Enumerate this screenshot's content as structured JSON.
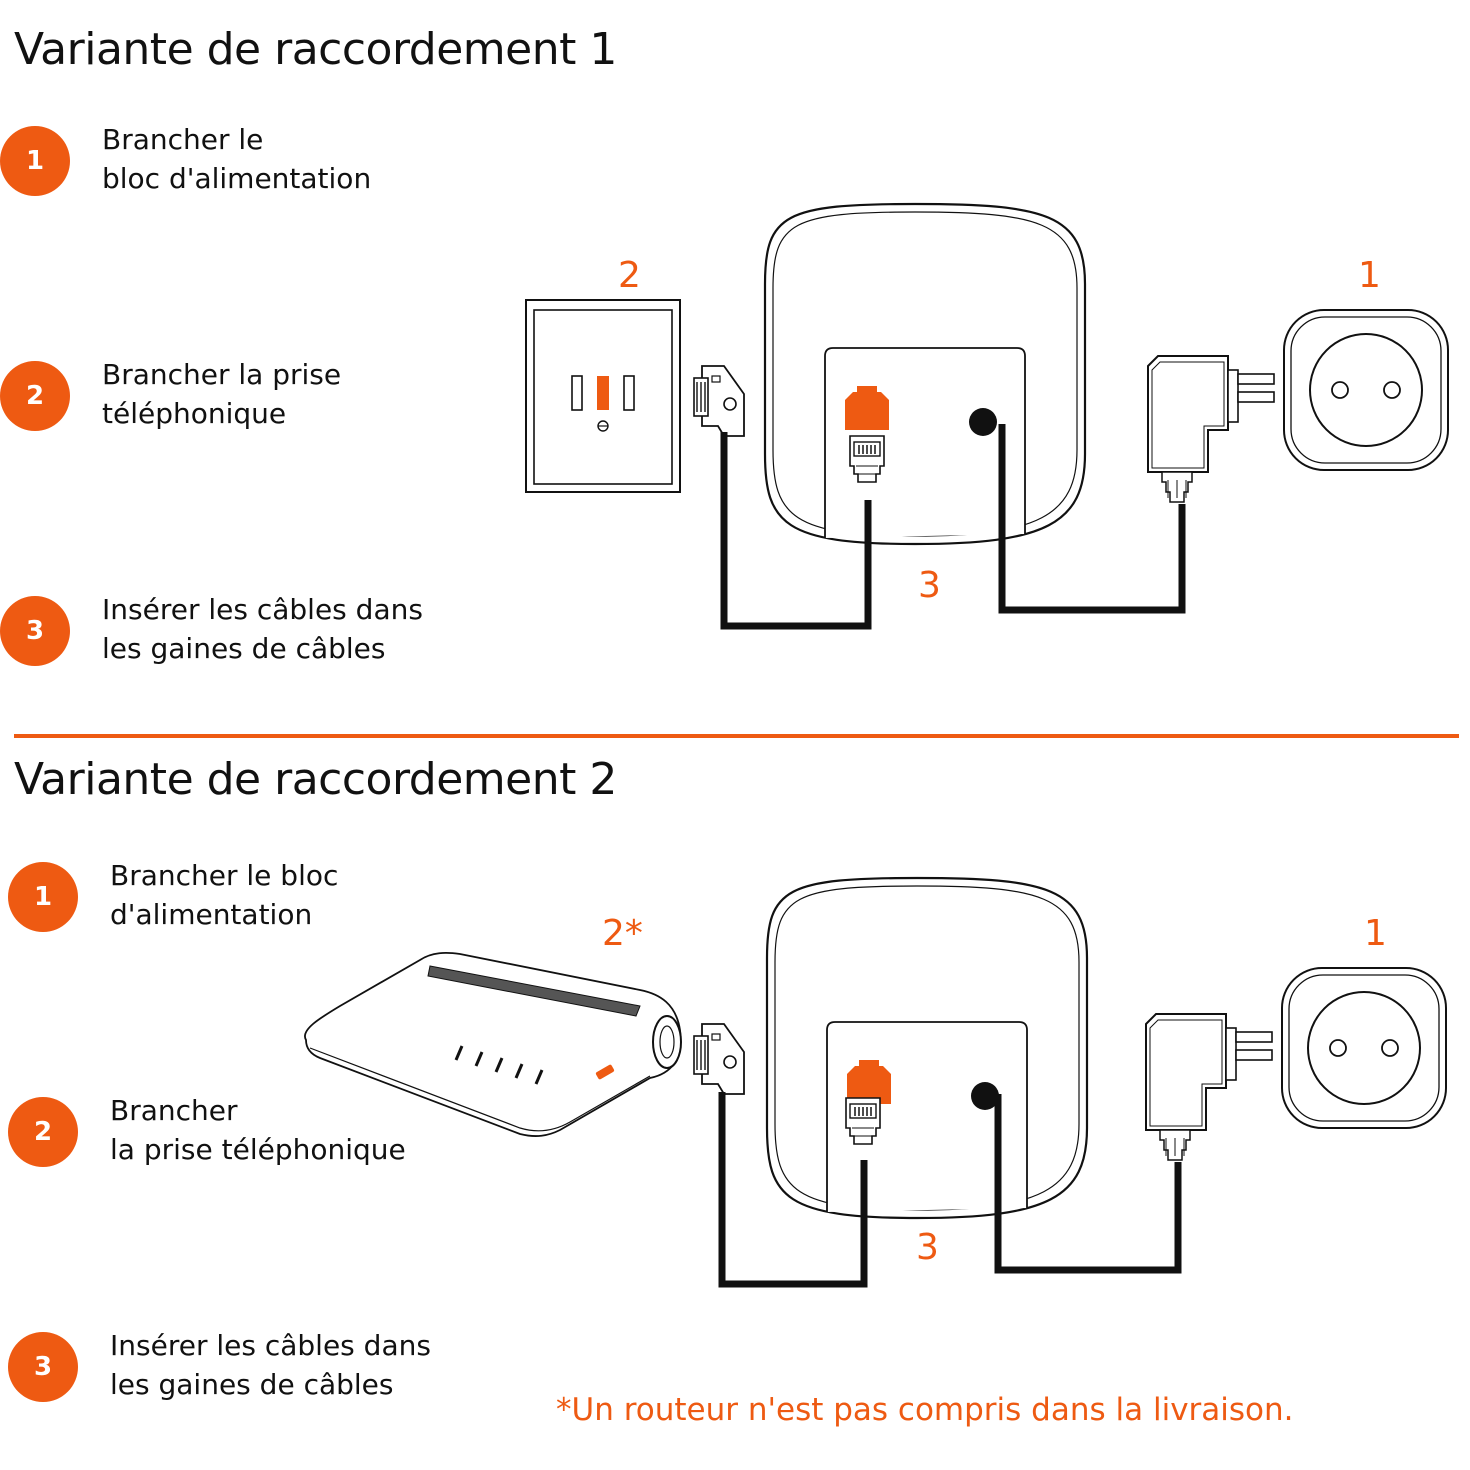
{
  "variant1": {
    "title": "Variante de raccordement 1",
    "steps": [
      {
        "num": "1",
        "text": "Brancher le\nbloc d'alimentation"
      },
      {
        "num": "2",
        "text": "Brancher la prise\ntéléphonique"
      },
      {
        "num": "3",
        "text": "Insérer les câbles dans\nles gaines de câbles"
      }
    ],
    "callouts": {
      "wall": "2",
      "power": "1",
      "cable": "3"
    }
  },
  "variant2": {
    "title": "Variante de raccordement 2",
    "steps": [
      {
        "num": "1",
        "text": "Brancher le bloc\nd'alimentation"
      },
      {
        "num": "2",
        "text": "Brancher\nla prise téléphonique"
      },
      {
        "num": "3",
        "text": "Insérer les câbles dans\nles gaines de câbles"
      }
    ],
    "callouts": {
      "router": "2*",
      "power": "1",
      "cable": "3"
    },
    "footnote": "*Un routeur n'est pas compris dans la livraison."
  },
  "colors": {
    "accent": "#ee5a12",
    "line": "#111111"
  }
}
